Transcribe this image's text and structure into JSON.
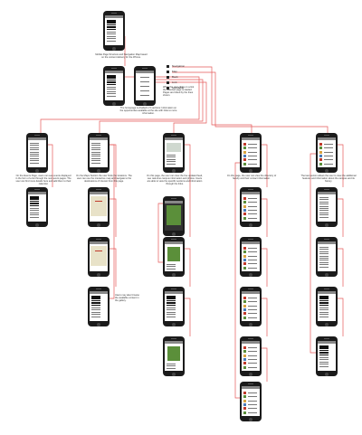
{
  "diagram": {
    "title_note": "Mobile Page Structure and Navigation Map based on the content delivery for the iPhone.",
    "structure_note": "The homepage is divided in 5 sections: Information on the opportunities available at the site with links to more information.",
    "legend": {
      "items": [
        {
          "label": "Navigation"
        },
        {
          "label": "Map"
        },
        {
          "label": "Back"
        },
        {
          "label": "Link"
        },
        {
          "label": "Scrollable"
        }
      ],
      "note": "When the user clicks on a link the selected page is loaded. Pages are linked by the lines shown."
    },
    "columns": [
      {
        "note": "On the Events Page, users can see events displayed in the form of a list through the next event pages. The user can find more details here and add them to their calendar."
      },
      {
        "note": "On the Maps Section the user finds the locations. The user can use the interactive map and navigate to the destinations of interest from this page."
      },
      {
        "note": "On this page, the user can view the live updated feed, see real-time campus information and photos. Users are able to view the specific sections and information through the links."
      },
      {
        "note": "On this page, the user can view the directory of faculty and their contact information."
      },
      {
        "note": "The last section allows the user to view the additional features and information about the campus and its history."
      }
    ],
    "side_note": "Users may also browse the available content in the gallery."
  },
  "colors": {
    "wire": "#e55a5a",
    "phone": "#1b1b1b",
    "accent_green": "#5b8f3a",
    "accent_red": "#c0392b",
    "header_gray": "#888888",
    "map_bg": "#e8e2c8"
  }
}
